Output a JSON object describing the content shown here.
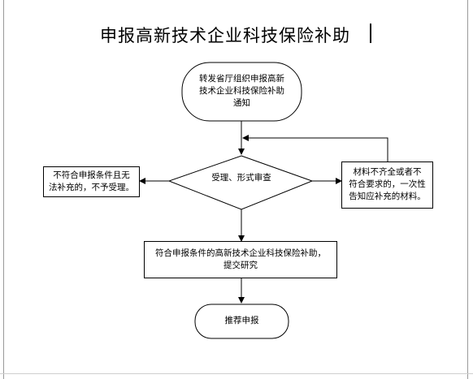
{
  "title": "申报高新技术企业科技保险补助",
  "nodes": {
    "start": "转发省厅组织申报高新\n技术企业科技保险补助\n通知",
    "decision": "受理、形式审查",
    "reject": "不符合申报条件且无\n法补充的，不予受理。",
    "supplement": "材料不齐全或者不\n符合要求的，一次性\n告知应补充的材料。",
    "qualified": "符合申报条件的高新技术企业科技保险补助，\n提交研究",
    "end": "推荐申报"
  }
}
